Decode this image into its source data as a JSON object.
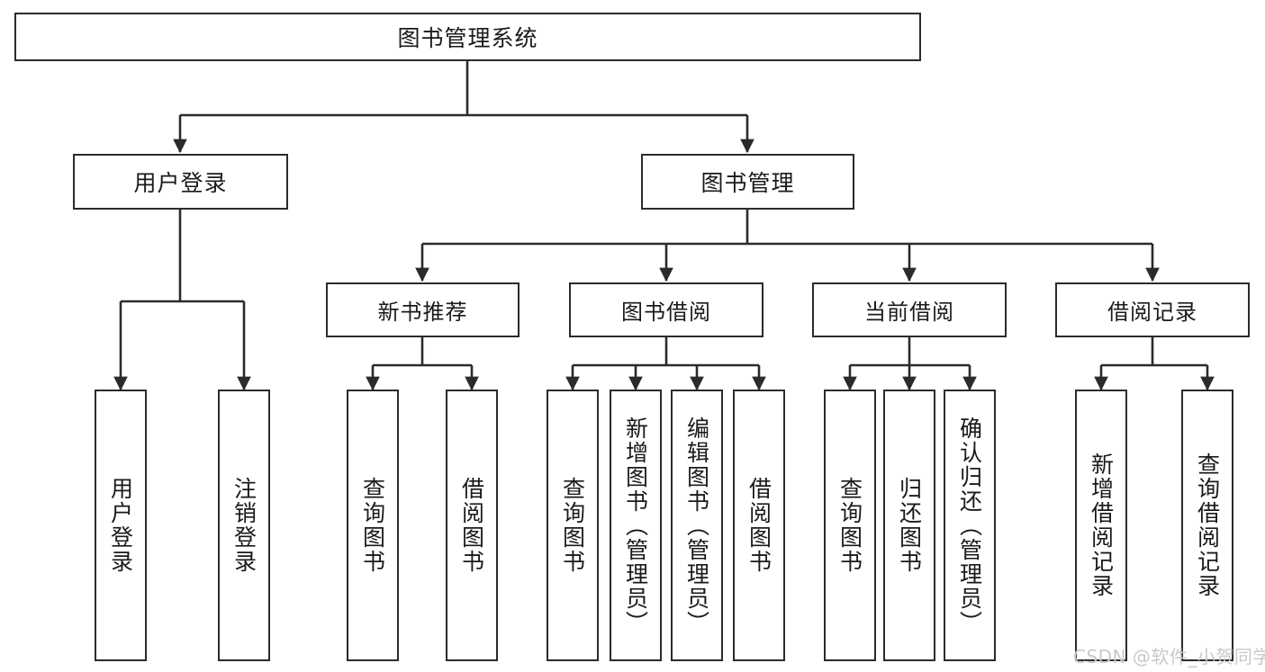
{
  "diagram": {
    "type": "tree-hierarchy",
    "title": "图书管理系统",
    "watermark": "CSDN @软件_小贺同学",
    "colors": {
      "box_border": "#2b2b2b",
      "box_fill": "#ffffff",
      "connector": "#2b2b2b",
      "text": "#1a1a1a",
      "watermark": "#c9c9c9"
    },
    "root": {
      "label": "图书管理系统"
    },
    "level2": [
      {
        "label": "用户登录"
      },
      {
        "label": "图书管理"
      }
    ],
    "level3": [
      {
        "label": "新书推荐"
      },
      {
        "label": "图书借阅"
      },
      {
        "label": "当前借阅"
      },
      {
        "label": "借阅记录"
      }
    ],
    "leaves": {
      "user_login": [
        {
          "label": "用户登录"
        },
        {
          "label": "注销登录"
        }
      ],
      "new_book": [
        {
          "label": "查询图书"
        },
        {
          "label": "借阅图书"
        }
      ],
      "book_borrow": [
        {
          "label": "查询图书"
        },
        {
          "label": "新增图书（管理员）"
        },
        {
          "label": "编辑图书（管理员）"
        },
        {
          "label": "借阅图书"
        }
      ],
      "current_borrow": [
        {
          "label": "查询图书"
        },
        {
          "label": "归还图书"
        },
        {
          "label": "确认归还（管理员）"
        }
      ],
      "borrow_record": [
        {
          "label": "新增借阅记录"
        },
        {
          "label": "查询借阅记录"
        }
      ]
    }
  }
}
